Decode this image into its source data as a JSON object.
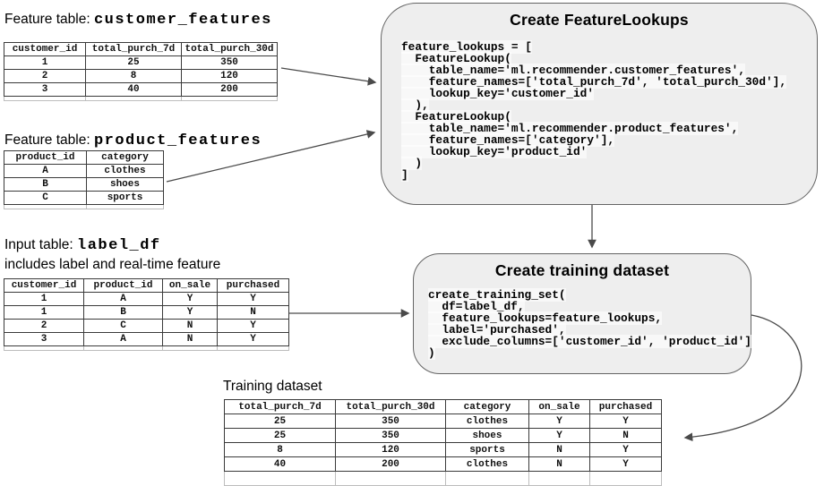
{
  "colors": {
    "box_fill": "#eeeeee",
    "box_border": "#646464",
    "arrow": "#4a4a4a",
    "table_border": "#3a3a3a",
    "table_border_faint": "#bdbdbd"
  },
  "tables": {
    "customer_features": {
      "title_prefix": "Feature table: ",
      "title_code": "customer_features",
      "headers": [
        "customer_id",
        "total_purch_7d",
        "total_purch_30d"
      ],
      "rows": [
        [
          "1",
          "25",
          "350"
        ],
        [
          "2",
          "8",
          "120"
        ],
        [
          "3",
          "40",
          "200"
        ]
      ]
    },
    "product_features": {
      "title_prefix": "Feature table: ",
      "title_code": "product_features",
      "headers": [
        "product_id",
        "category"
      ],
      "rows": [
        [
          "A",
          "clothes"
        ],
        [
          "B",
          "shoes"
        ],
        [
          "C",
          "sports"
        ]
      ]
    },
    "label_df": {
      "title_prefix": "Input table: ",
      "title_code": "label_df",
      "subtitle": "includes label and real-time feature",
      "headers": [
        "customer_id",
        "product_id",
        "on_sale",
        "purchased"
      ],
      "rows": [
        [
          "1",
          "A",
          "Y",
          "Y"
        ],
        [
          "1",
          "B",
          "Y",
          "N"
        ],
        [
          "2",
          "C",
          "N",
          "Y"
        ],
        [
          "3",
          "A",
          "N",
          "Y"
        ]
      ]
    },
    "training_dataset": {
      "title": "Training dataset",
      "headers": [
        "total_purch_7d",
        "total_purch_30d",
        "category",
        "on_sale",
        "purchased"
      ],
      "rows": [
        [
          "25",
          "350",
          "clothes",
          "Y",
          "Y"
        ],
        [
          "25",
          "350",
          "shoes",
          "Y",
          "N"
        ],
        [
          "8",
          "120",
          "sports",
          "N",
          "Y"
        ],
        [
          "40",
          "200",
          "clothes",
          "N",
          "Y"
        ]
      ]
    }
  },
  "boxes": {
    "feature_lookups": {
      "title": "Create FeatureLookups",
      "code_lines": [
        "feature_lookups = [",
        "  FeatureLookup(",
        "    table_name='ml.recommender.customer_features',",
        "    feature_names=['total_purch_7d', 'total_purch_30d'],",
        "    lookup_key='customer_id'",
        "  ),",
        "  FeatureLookup(",
        "    table_name='ml.recommender.product_features',",
        "    feature_names=['category'],",
        "    lookup_key='product_id'",
        "  )",
        "]"
      ]
    },
    "training_set": {
      "title": "Create training dataset",
      "code_lines": [
        "create_training_set(",
        "  df=label_df,",
        "  feature_lookups=feature_lookups,",
        "  label='purchased',",
        "  exclude_columns=['customer_id', 'product_id']",
        ")"
      ]
    }
  }
}
